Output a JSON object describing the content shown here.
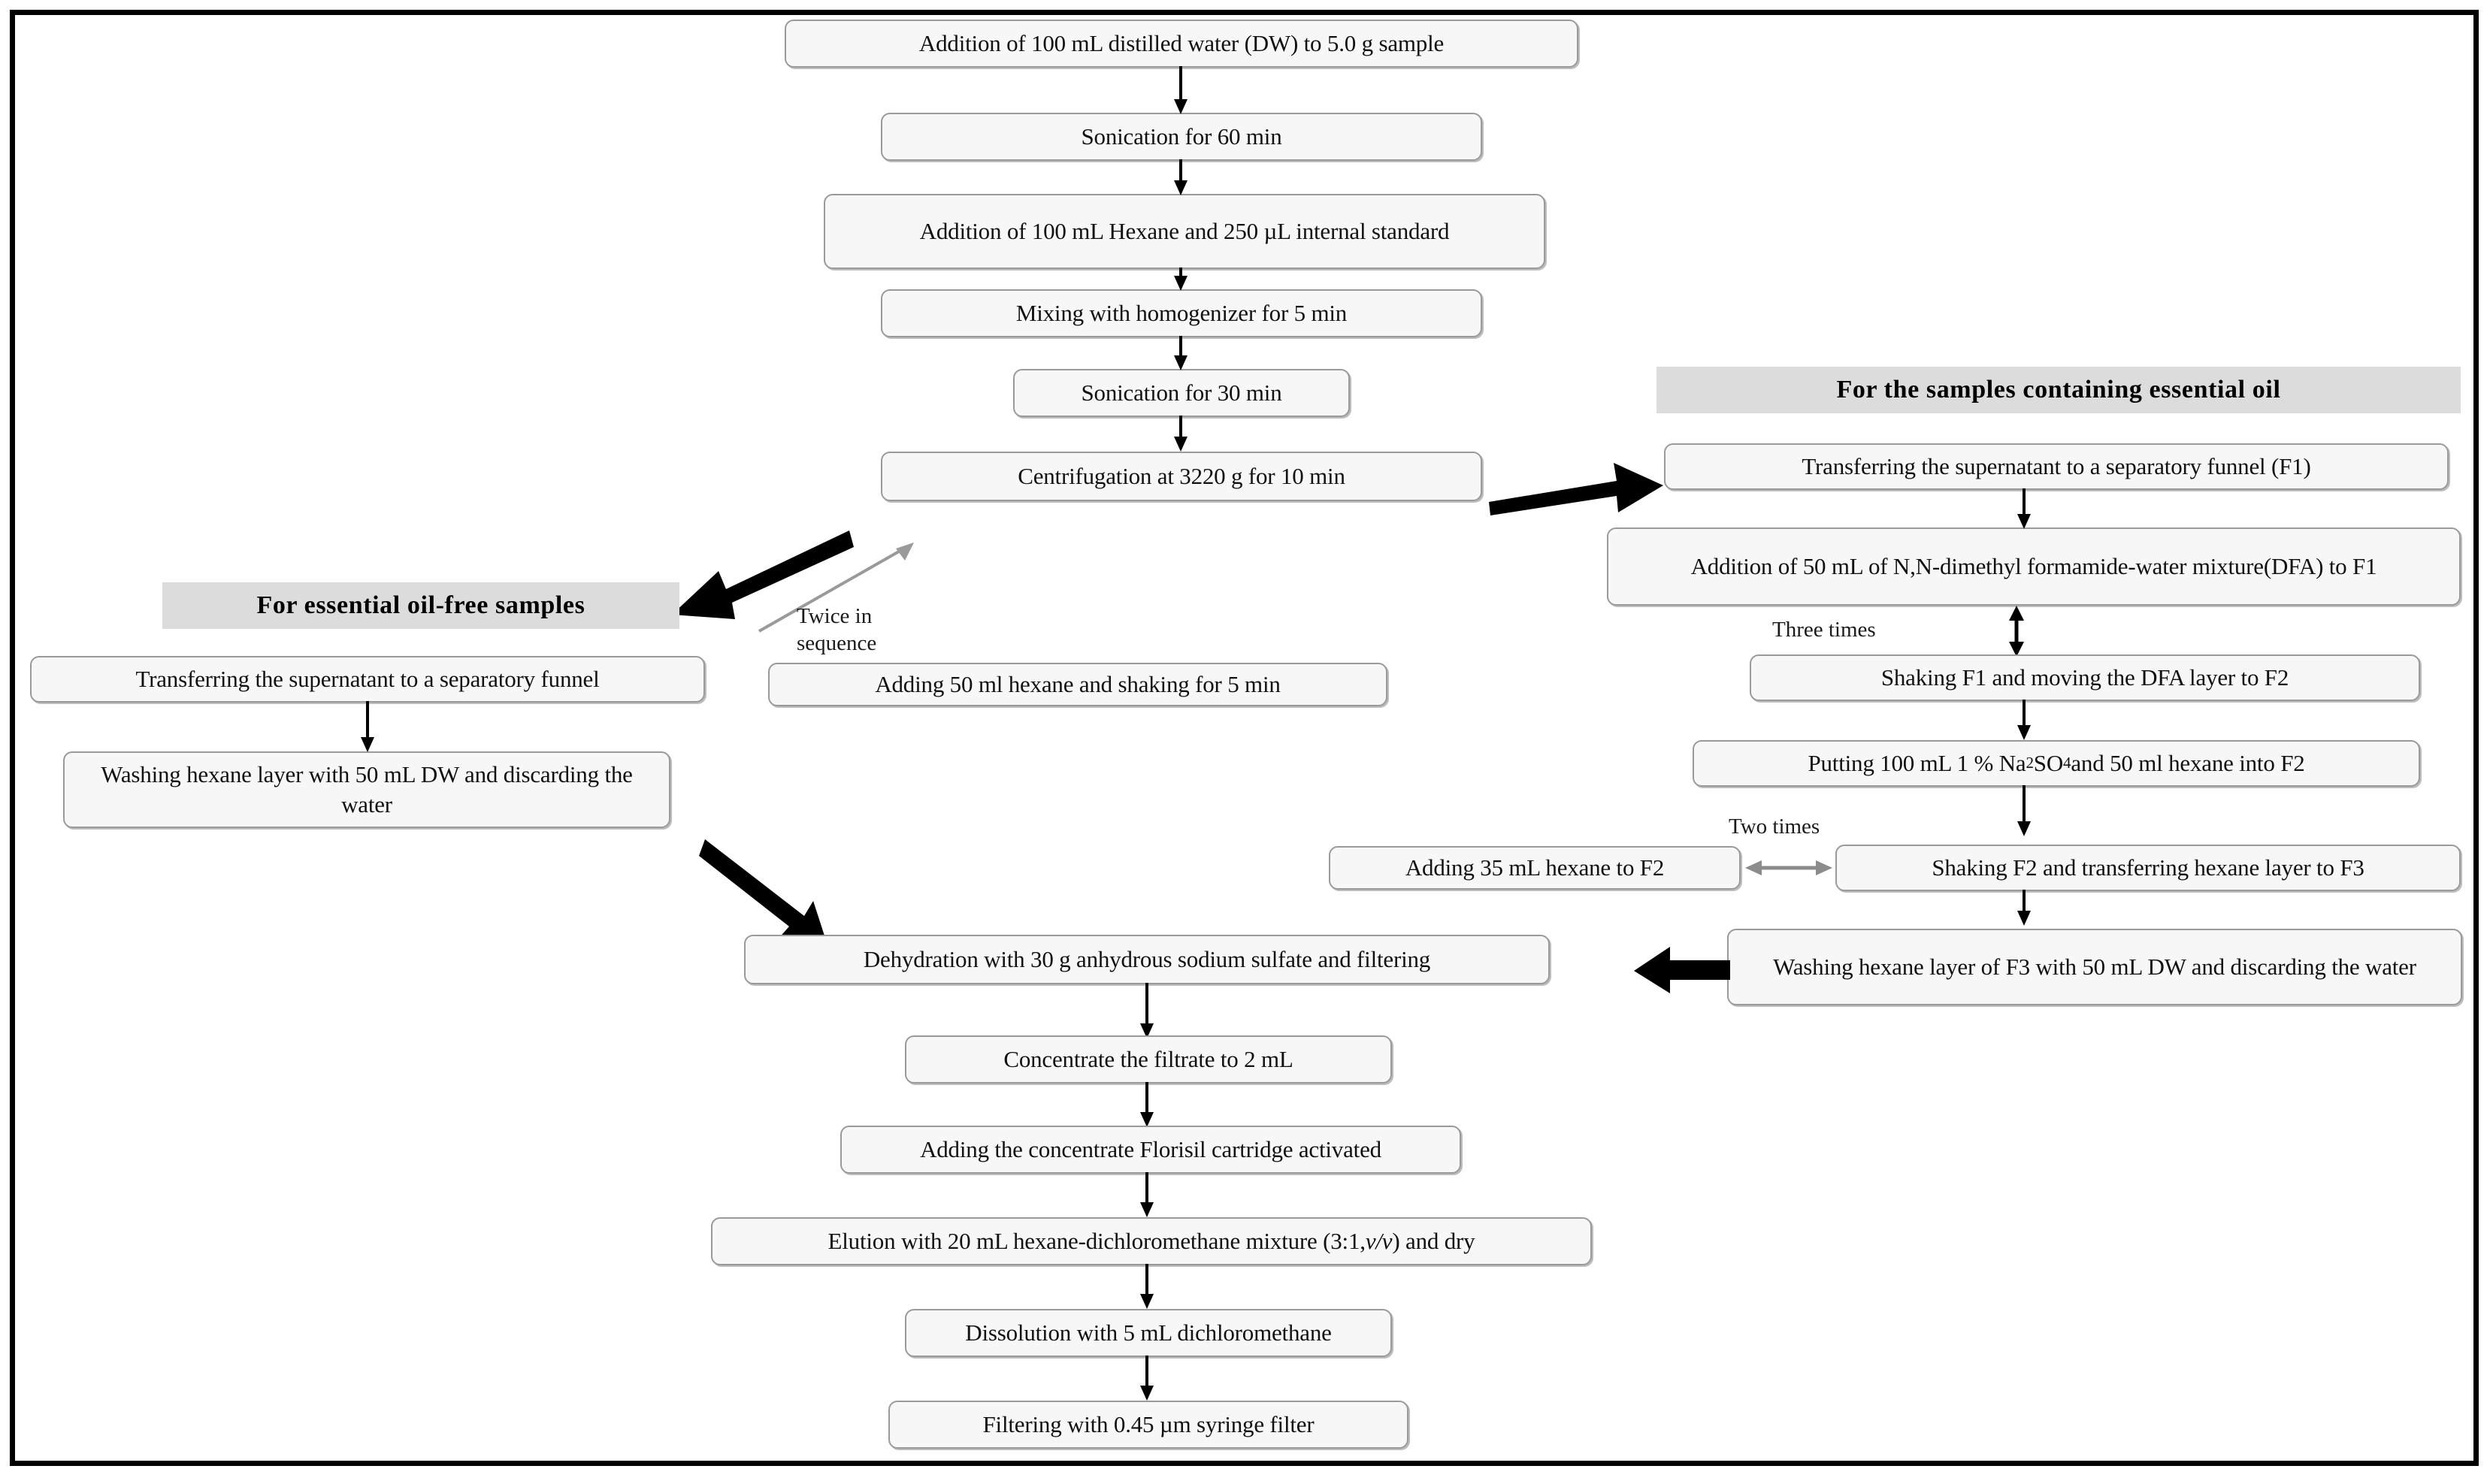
{
  "diagram": {
    "title": "Sample preparation flowchart",
    "colors": {
      "box_fill": "#f7f7f7",
      "box_border": "#9a9a9a",
      "banner_fill": "#dcdcdc",
      "arrow_thin": "#000000",
      "arrow_gray": "#7f7f7f",
      "frame": "#000000"
    }
  },
  "main_stem": {
    "steps": [
      {
        "id": "step-water",
        "label": "Addition of 100 mL distilled water (DW) to 5.0 g sample"
      },
      {
        "id": "step-sonication60",
        "label": "Sonication for 60 min"
      },
      {
        "id": "step-hexane-is",
        "label": "Addition of 100 mL Hexane and 250 µL internal standard"
      },
      {
        "id": "step-homogenizer",
        "label": "Mixing  with homogenizer for 5 min"
      },
      {
        "id": "step-sonication30",
        "label": "Sonication for 30 min"
      },
      {
        "id": "step-centrifuge",
        "label": "Centrifugation at 3220 g for 10 min"
      }
    ]
  },
  "left_branch": {
    "banner": "For essential  oil-free  samples",
    "steps": [
      {
        "id": "step-transfer-funnel",
        "label": "Transferring the supernatant to a separatory funnel"
      },
      {
        "id": "step-wash-hexane",
        "label": "Washing hexane layer with 50 mL DW and discarding the water"
      }
    ],
    "loop_label": "Twice in\nsequence",
    "loop_step": {
      "id": "step-add-hexane-shake",
      "label": "Adding 50 ml hexane and shaking for 5 min"
    }
  },
  "right_branch": {
    "banner": "For the samples containing essential  oil",
    "steps": [
      {
        "id": "step-transfer-f1",
        "label": "Transferring the supernatant to a separatory funnel (F1)"
      },
      {
        "id": "step-add-dfa",
        "label": "Addition of 50 mL of N,N-dimethyl formamide-water mixture(DFA) to F1"
      },
      {
        "id": "step-shake-f1",
        "label": "Shaking F1 and moving the DFA layer to F2"
      },
      {
        "id": "step-put-na2so4",
        "label_html": "Putting 100 mL 1 % Na<sub>2</sub>SO<sub>4</sub> and 50 ml hexane into F2"
      },
      {
        "id": "step-shake-f2",
        "label": "Shaking F2 and transferring hexane layer to F3"
      },
      {
        "id": "step-wash-f3",
        "label": "Washing hexane layer of F3 with 50 mL DW and discarding the water"
      }
    ],
    "repeat_three": "Three times",
    "repeat_two": "Two times",
    "loop_step": {
      "id": "step-add-35ml-hexane",
      "label": "Adding 35 mL hexane to F2"
    }
  },
  "bottom_stem": {
    "steps": [
      {
        "id": "step-dehydration",
        "label": "Dehydration with 30 g anhydrous sodium sulfate and filtering"
      },
      {
        "id": "step-concentrate",
        "label": "Concentrate the filtrate to 2 mL"
      },
      {
        "id": "step-florisil",
        "label": "Adding the concentrate Florisil cartridge activated"
      },
      {
        "id": "step-elution",
        "label_html": "Elution with 20 mL hexane-dichloromethane mixture (3:1, <span class=\"ital\">v/v</span>) and dry"
      },
      {
        "id": "step-dissolution",
        "label": "Dissolution with 5 mL dichloromethane"
      },
      {
        "id": "step-filtering",
        "label": "Filtering with 0.45 µm syringe filter"
      }
    ]
  }
}
